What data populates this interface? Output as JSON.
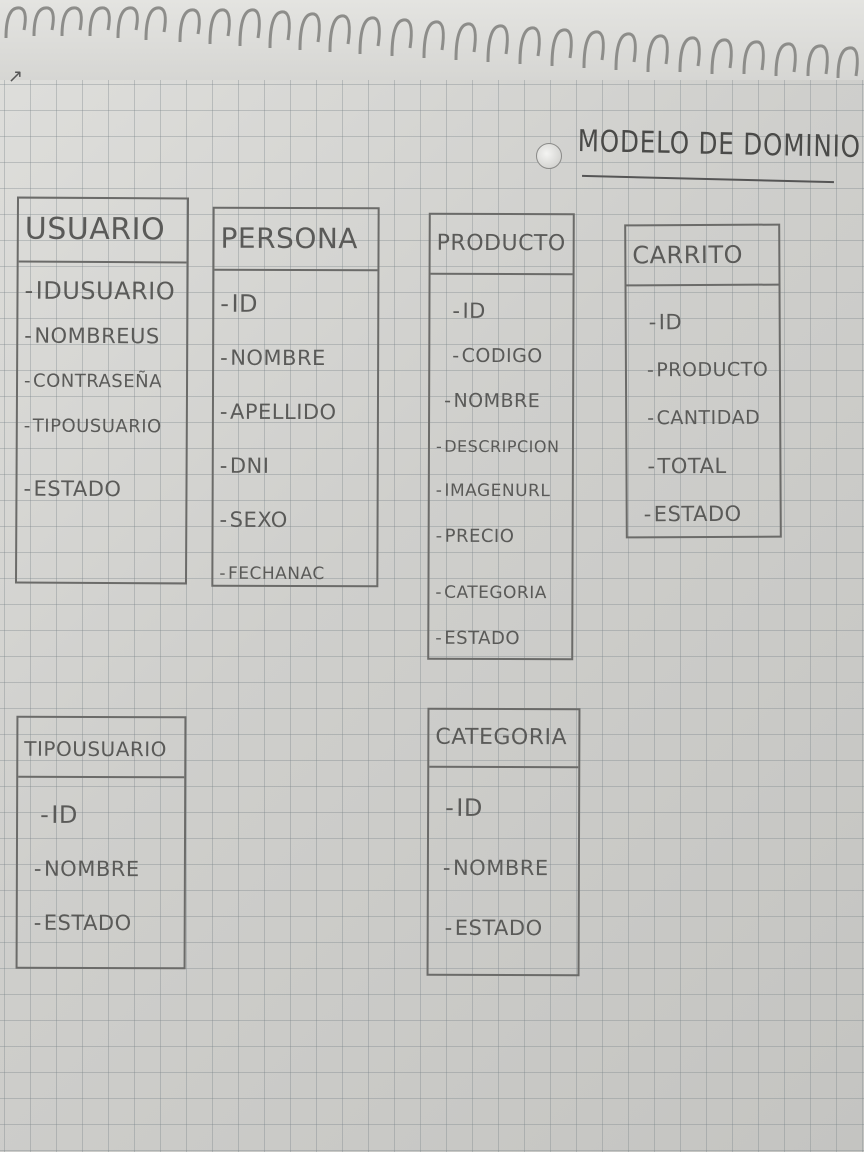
{
  "title": "MODELO DE DOMINIO",
  "entities": {
    "usuario": {
      "name": "USUARIO",
      "attributes": [
        "IDUSUARIO",
        "NOMBREUS",
        "CONTRASEÑA",
        "TIPOUSUARIO",
        "ESTADO"
      ]
    },
    "persona": {
      "name": "PERSONA",
      "attributes": [
        "ID",
        "NOMBRE",
        "APELLIDO",
        "DNI",
        "SEXO",
        "FECHANAC"
      ]
    },
    "producto": {
      "name": "PRODUCTO",
      "attributes": [
        "ID",
        "CODIGO",
        "NOMBRE",
        "DESCRIPCION",
        "IMAGENURL",
        "PRECIO",
        "CATEGORIA",
        "ESTADO"
      ]
    },
    "carrito": {
      "name": "CARRITO",
      "attributes": [
        "ID",
        "PRODUCTO",
        "CANTIDAD",
        "TOTAL",
        "ESTADO"
      ]
    },
    "tipousuario": {
      "name": "TIPOUSUARIO",
      "attributes": [
        "ID",
        "NOMBRE",
        "ESTADO"
      ]
    },
    "categoria": {
      "name": "CATEGORIA",
      "attributes": [
        "ID",
        "NOMBRE",
        "ESTADO"
      ]
    }
  }
}
